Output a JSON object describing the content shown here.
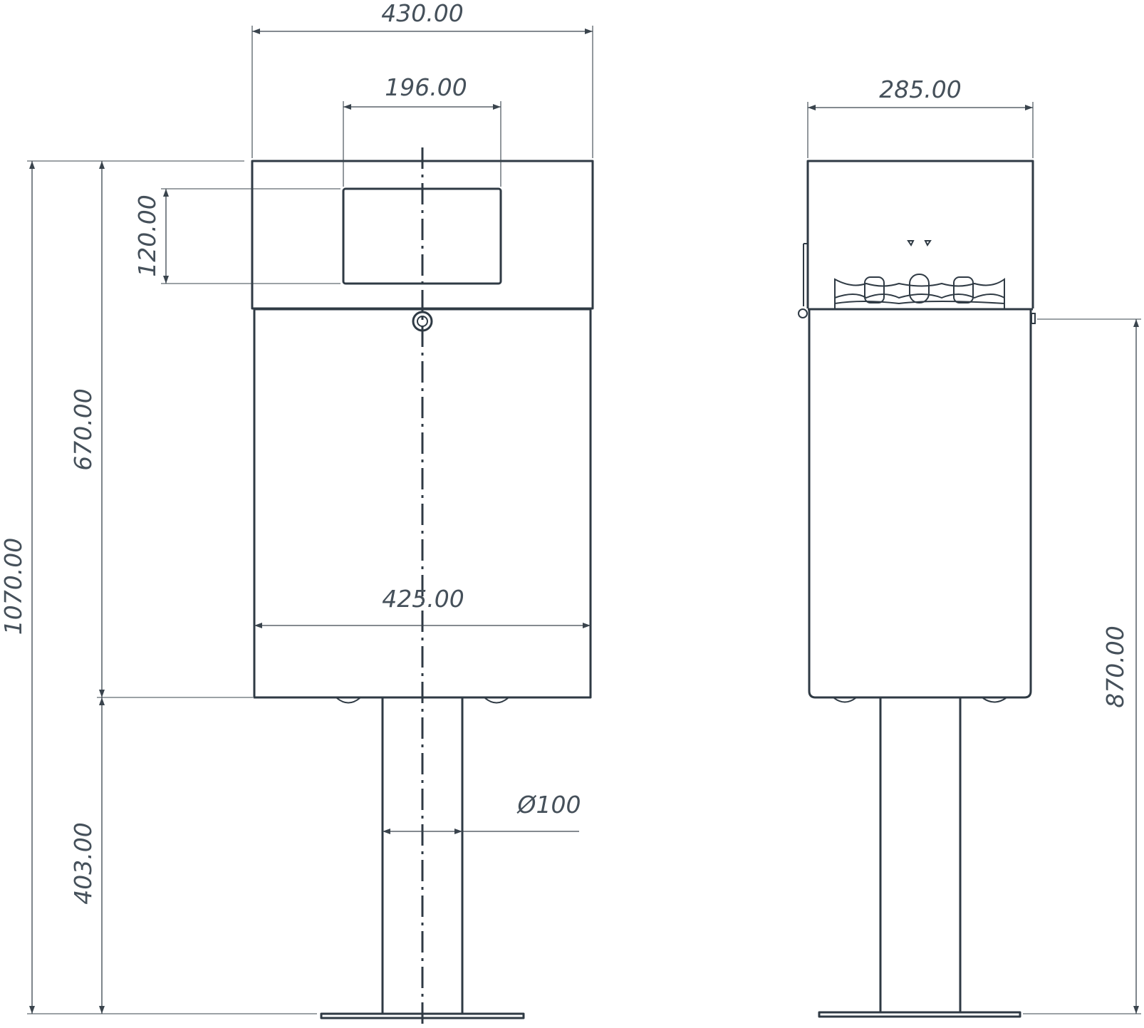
{
  "front_view": {
    "overall_width": "430.00",
    "screen_width": "196.00",
    "screen_height": "120.00",
    "body_width": "425.00",
    "body_height": "670.00",
    "total_height": "1070.00",
    "pole_height": "403.00",
    "pole_diameter": "Ø100"
  },
  "side_view": {
    "depth": "285.00",
    "slot_height": "870.00"
  },
  "colors": {
    "line": "#2f3a44",
    "dimension": "#3a444d",
    "text": "#45505a"
  }
}
